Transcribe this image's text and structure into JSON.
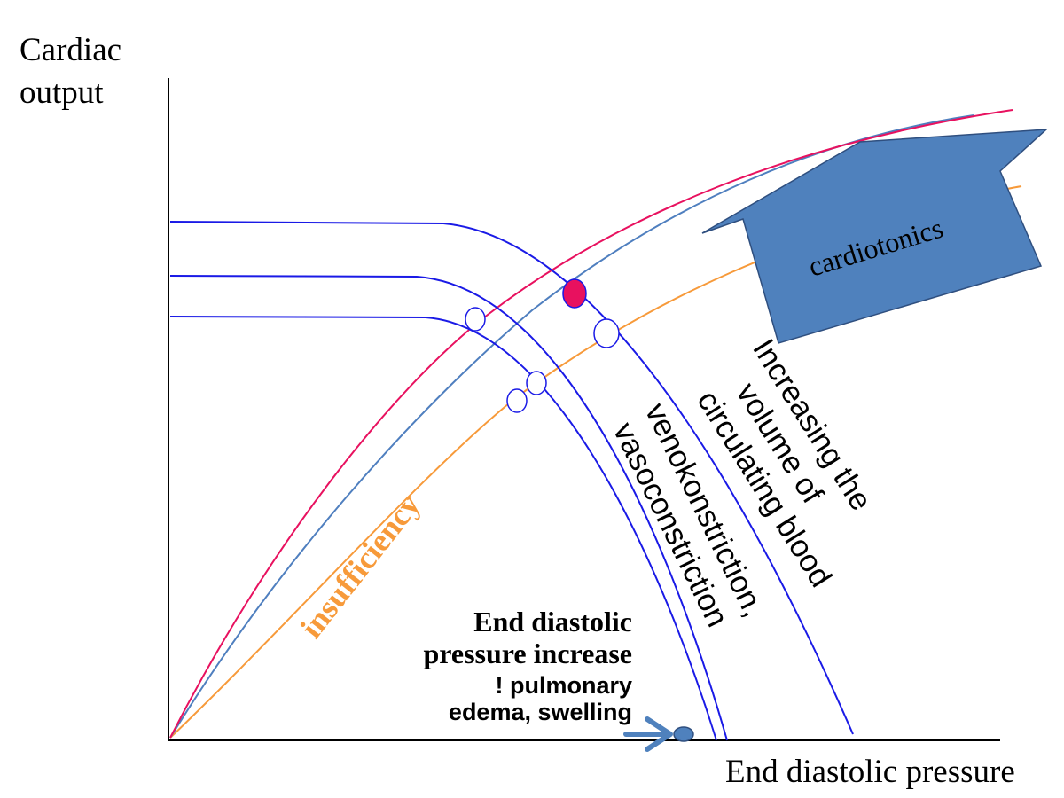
{
  "axes": {
    "y_label_line1": "Cardiac",
    "y_label_line2": "output",
    "x_label": "End diastolic pressure"
  },
  "labels": {
    "cardiotonics": "cardiotonics",
    "insufficiency": "insufficiency",
    "volume_line1": "Increasing the",
    "volume_line2": "volume of",
    "volume_line3": "circulating blood",
    "veno_line1": "venokonstriction,",
    "veno_line2": "vasoconstriction",
    "edp_line1": "End diastolic",
    "edp_line2": "pressure increase",
    "edp_line3": "! pulmonary",
    "edp_line4": "edema, swelling"
  },
  "colors": {
    "axis": "#000000",
    "cardiac_curve_high": "#e8115f",
    "cardiac_curve_normal": "#4f7fbf",
    "cardiac_curve_insufficiency": "#f79a3a",
    "venous_return_curves": "#1a1ae6",
    "equilibrium_point": "#e8115f",
    "arrow_fill": "#4f81bd",
    "arrow_stroke": "#2f4f7f",
    "insufficiency_text": "#f79a3a"
  }
}
